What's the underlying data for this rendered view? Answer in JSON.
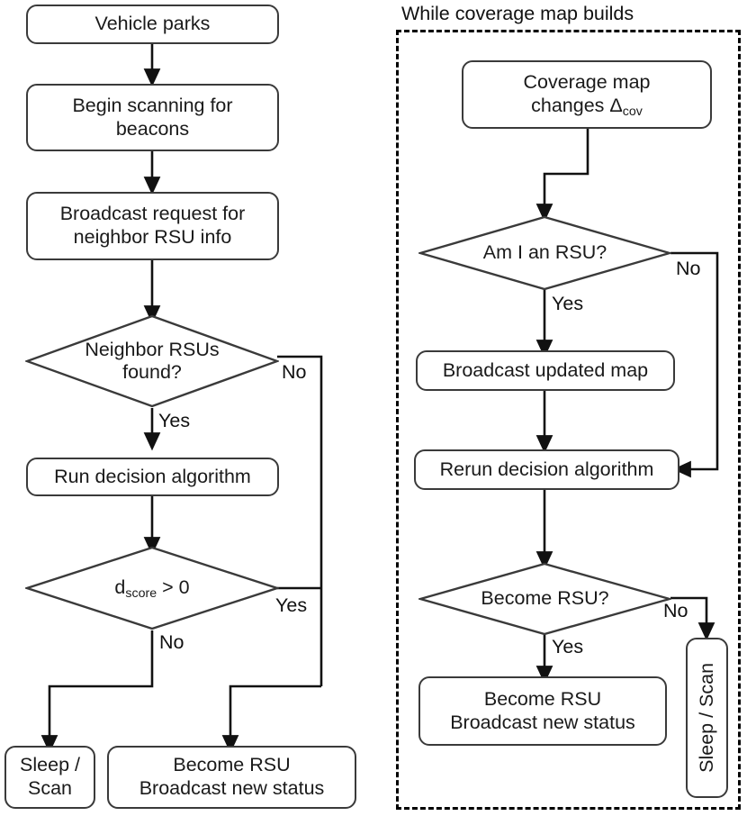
{
  "diagram": {
    "title_right_panel": "While coverage map builds",
    "left_flow": {
      "n1": "Vehicle parks",
      "n2_line1": "Begin scanning for",
      "n2_line2": "beacons",
      "n3_line1": "Broadcast request for",
      "n3_line2": "neighbor RSU info",
      "d1_line1": "Neighbor RSUs",
      "d1_line2": "found?",
      "d1_yes": "Yes",
      "d1_no": "No",
      "n4": "Run decision algorithm",
      "d2_var": "d",
      "d2_sub": "score",
      "d2_rest": " > 0",
      "d2_yes": "Yes",
      "d2_no": "No",
      "n5_line1": "Sleep /",
      "n5_line2": "Scan",
      "n6_line1": "Become RSU",
      "n6_line2": "Broadcast new status"
    },
    "right_flow": {
      "r1_line1": "Coverage map",
      "r1_line2_a": "changes ",
      "r1_line2_delta": "Δ",
      "r1_line2_sub": "cov",
      "rd1": "Am I an RSU?",
      "rd1_yes": "Yes",
      "rd1_no": "No",
      "r2": "Broadcast updated map",
      "r3": "Rerun decision algorithm",
      "rd2": "Become RSU?",
      "rd2_yes": "Yes",
      "rd2_no": "No",
      "r4_line1": "Become RSU",
      "r4_line2": "Broadcast new status",
      "r5": "Sleep / Scan"
    }
  },
  "colors": {
    "stroke": "#3a3a3a",
    "wire": "#000000",
    "background": "#ffffff",
    "text": "#1a1a1a",
    "dashed_border": "#000000"
  }
}
